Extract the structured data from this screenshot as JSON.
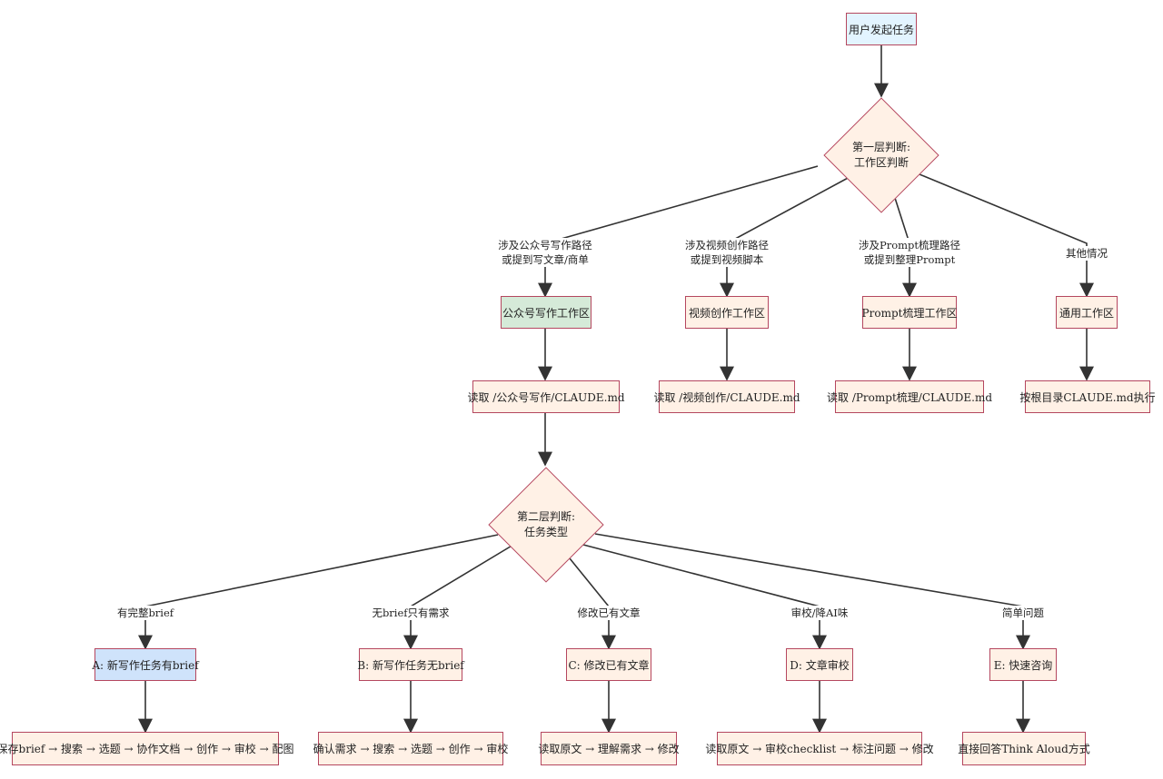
{
  "nodes": {
    "start": "用户发起任务",
    "layer1": {
      "line1": "第一层判断:",
      "line2": "工作区判断"
    },
    "ws_gzh": "公众号写作工作区",
    "ws_video": "视频创作工作区",
    "ws_prompt": "Prompt梳理工作区",
    "ws_general": "通用工作区",
    "read_gzh": "读取 /公众号写作/CLAUDE.md",
    "read_video": "读取 /视频创作/CLAUDE.md",
    "read_prompt": "读取 /Prompt梳理/CLAUDE.md",
    "read_general": "按根目录CLAUDE.md执行",
    "layer2": {
      "line1": "第二层判断:",
      "line2": "任务类型"
    },
    "task_a": "A: 新写作任务有brief",
    "task_b": "B: 新写作任务无brief",
    "task_c": "C: 修改已有文章",
    "task_d": "D: 文章审校",
    "task_e": "E: 快速咨询",
    "flow_a": "保存brief → 搜索 → 选题 → 协作文档 → 创作 → 审校 → 配图",
    "flow_b": "确认需求 → 搜索 → 选题 → 创作 → 审校",
    "flow_c": "读取原文 → 理解需求 → 修改",
    "flow_d": "读取原文 → 审校checklist → 标注问题 → 修改",
    "flow_e": "直接回答Think Aloud方式"
  },
  "edge_labels": {
    "gzh": {
      "line1": "涉及公众号写作路径",
      "line2": "或提到写文章/商单"
    },
    "video": {
      "line1": "涉及视频创作路径",
      "line2": "或提到视频脚本"
    },
    "prompt": {
      "line1": "涉及Prompt梳理路径",
      "line2": "或提到整理Prompt"
    },
    "other": "其他情况",
    "a": "有完整brief",
    "b": "无brief只有需求",
    "c": "修改已有文章",
    "d": "审校/降AI味",
    "e": "简单问题"
  },
  "colors": {
    "node_fill": "#fff1e6",
    "node_border": "#b5475f",
    "green_fill": "#d5ead8",
    "blue_fill": "#cfe3fb",
    "start_fill": "#e3f4ff",
    "edge": "#333333"
  }
}
